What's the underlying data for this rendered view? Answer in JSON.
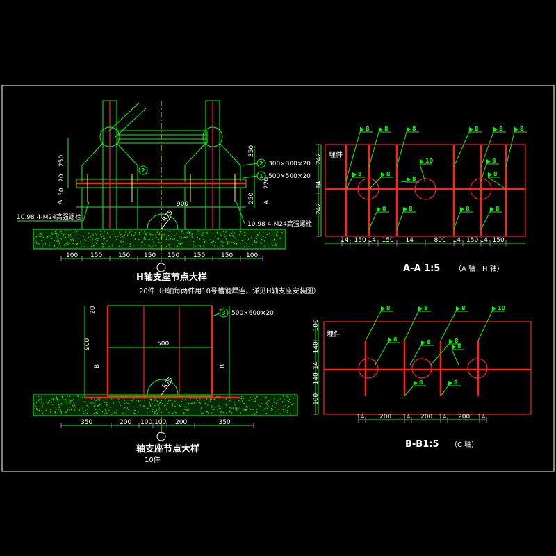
{
  "colors": {
    "background": "#000000",
    "outline": "#00ff00",
    "plate": "#ff2020",
    "text": "#ffffff",
    "center": "#ffff00",
    "dimension": "#ff40ff"
  },
  "view1": {
    "title": "H轴支座节点大样",
    "note": "20件（H轴每两件用10号槽钢焊连，详见H轴支座安装图）",
    "tag2_left": "2",
    "tag2": "2",
    "plate2": "300×300×20",
    "tag1": "1",
    "plate1": "500×500×20",
    "bolt_left": "10.98 4-M24高强螺栓",
    "bolt_right": "10.98 4-M24高强螺栓",
    "dims_bottom": [
      "100",
      "150",
      "150",
      "150",
      "150",
      "150",
      "150",
      "100"
    ],
    "dim_900": "900",
    "radius": "R75",
    "dim_250": "250",
    "dim_20": "20",
    "dim_50": "50",
    "dim_350": "350",
    "dim_220": "220",
    "dim_250b": "250",
    "sec_a": "A"
  },
  "view2": {
    "title": "轴支座节点大样",
    "count": "10件",
    "tag": "3",
    "plate": "500×600×20",
    "dim_900": "900",
    "dim_500": "500",
    "dim_20": "20",
    "radius": "R75",
    "dims_bottom": [
      "350",
      "200",
      "100",
      "100",
      "200",
      "350"
    ],
    "sec_b": "B"
  },
  "view3": {
    "title": "A-A  1:5",
    "note": "（A 轴、H 轴）",
    "embed": "埋件",
    "weld_labels": [
      "8",
      "8",
      "8",
      "8",
      "8",
      "8",
      "8",
      "8",
      "8",
      "10",
      "8",
      "8",
      "8",
      "8",
      "8",
      "8"
    ],
    "dims_left": [
      "242",
      "14",
      "242"
    ],
    "dims_bottom": [
      "14",
      "150",
      "14",
      "150",
      "14",
      "800",
      "14",
      "150",
      "14",
      "150",
      "14"
    ]
  },
  "view4": {
    "title": "B-B1:5",
    "note": "（C 轴）",
    "embed": "埋件",
    "weld_labels": [
      "8",
      "8",
      "8",
      "10",
      "8",
      "8",
      "8",
      "8",
      "8",
      "8"
    ],
    "dims_left": [
      "100",
      "140",
      "14",
      "140",
      "100"
    ],
    "dims_bottom": [
      "14",
      "200",
      "14",
      "200",
      "14",
      "200",
      "14"
    ]
  }
}
